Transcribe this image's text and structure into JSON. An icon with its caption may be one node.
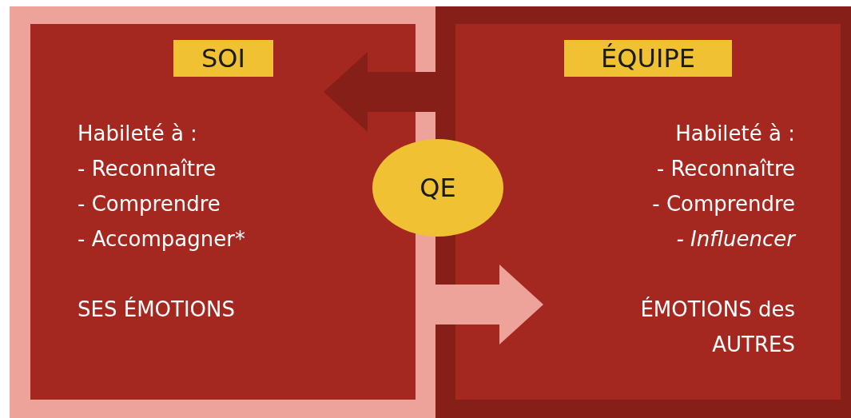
{
  "diagram": {
    "nodes": [
      {
        "text": [],
        "shape": "box"
      },
      {
        "text": [
          "Habileté à :",
          "- Reconnaître",
          "- Comprendre",
          "- Accompagner*",
          "SES ÉMOTIONS"
        ],
        "in": 0
      },
      {
        "text": [
          "SOI"
        ],
        "in": 1
      },
      {
        "text": [],
        "shape": "box"
      },
      {
        "text": [
          "Habileté à :",
          "- Reconnaître",
          "- Comprendre",
          "*- Influencer*",
          "ÉMOTIONS des AUTRES"
        ],
        "in": 3
      },
      {
        "text": [
          "ÉQUIPE"
        ],
        "in": 4
      },
      {
        "text": [
          "QE"
        ]
      }
    ],
    "edges": [
      {
        "from": 3,
        "to": 1,
        "arrow": "to",
        "color": "#861f18"
      },
      {
        "from": 0,
        "to": 4,
        "arrow": "to",
        "color": "#eda39a"
      }
    ]
  }
}
